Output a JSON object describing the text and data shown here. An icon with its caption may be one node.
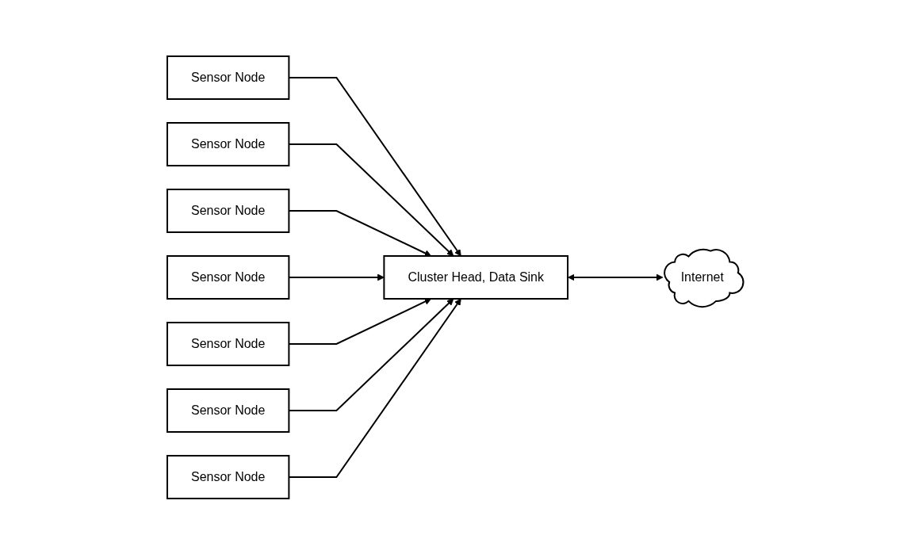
{
  "diagram": {
    "nodes": [
      {
        "text": [
          "Sensor Node"
        ]
      },
      {
        "text": [
          "Sensor Node"
        ]
      },
      {
        "text": [
          "Sensor Node"
        ]
      },
      {
        "text": [
          "Sensor Node"
        ]
      },
      {
        "text": [
          "Cluster Head, Data Sink"
        ]
      },
      {
        "text": [
          "Internet"
        ]
      },
      {
        "text": [
          "Sensor Node"
        ]
      },
      {
        "text": [
          "Sensor Node"
        ]
      },
      {
        "text": [
          "Sensor Node"
        ]
      }
    ],
    "edges": [
      {
        "from": 0,
        "to": 4,
        "arrow": "to"
      },
      {
        "from": 1,
        "to": 4,
        "arrow": "to"
      },
      {
        "from": 2,
        "to": 4,
        "arrow": "to"
      },
      {
        "from": 3,
        "to": 4,
        "arrow": "to"
      },
      {
        "from": 6,
        "to": 4,
        "arrow": "to"
      },
      {
        "from": 7,
        "to": 4,
        "arrow": "to"
      },
      {
        "from": 8,
        "to": 4,
        "arrow": "to"
      },
      {
        "from": 4,
        "to": 5,
        "arrow": "both"
      }
    ]
  }
}
